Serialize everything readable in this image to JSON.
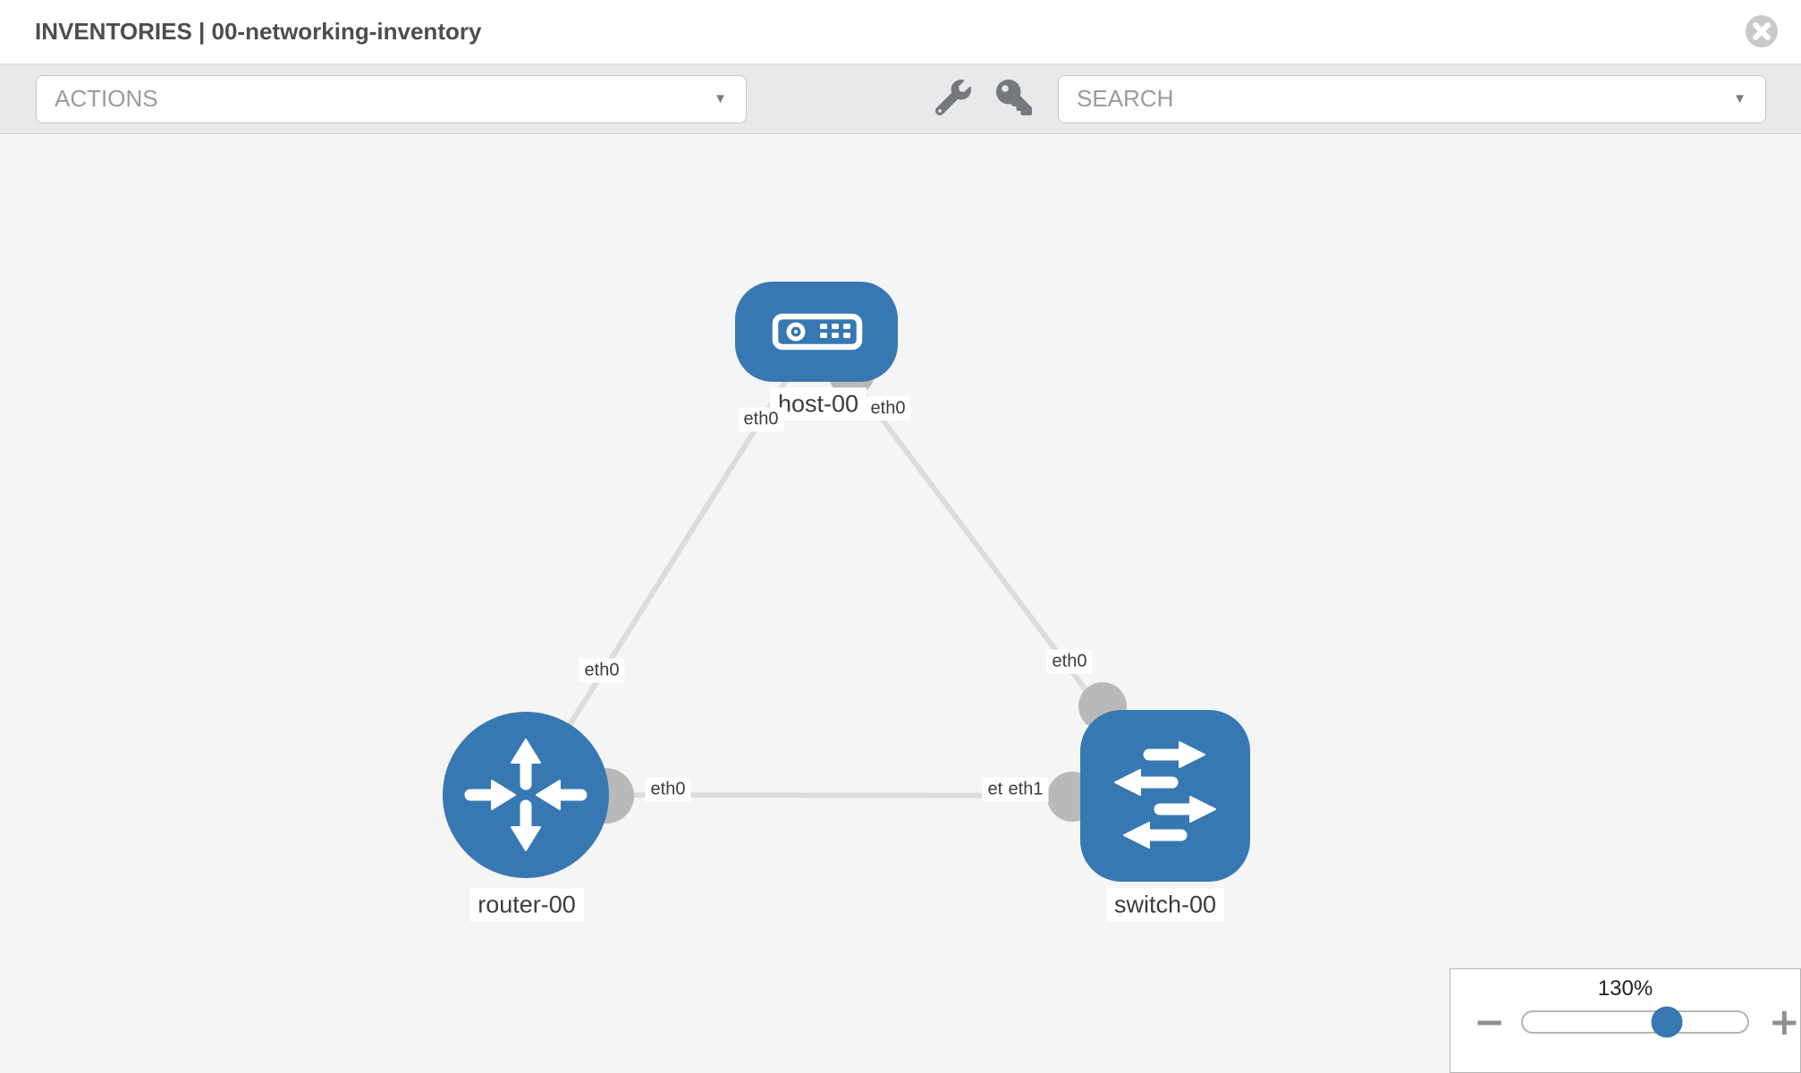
{
  "header": {
    "title": "INVENTORIES | 00-networking-inventory"
  },
  "toolbar": {
    "actions_label": "ACTIONS",
    "search_placeholder": "SEARCH",
    "caret_glyph": "▼"
  },
  "topology": {
    "nodes": [
      {
        "label": "host-00",
        "type": "host",
        "icon": "host-device-icon",
        "shape": "rounded-rect"
      },
      {
        "label": "router-00",
        "type": "router",
        "icon": "router-arrows-icon",
        "shape": "circle"
      },
      {
        "label": "switch-00",
        "type": "switch",
        "icon": "switch-arrows-icon",
        "shape": "rounded-square"
      }
    ],
    "links": [
      {
        "from": "router-00",
        "from_interface": "eth0",
        "to": "host-00",
        "to_interface": "eth0"
      },
      {
        "from": "switch-00",
        "from_interface": "eth0",
        "to": "host-00",
        "to_interface": "eth0"
      },
      {
        "from": "router-00",
        "from_interface": "eth0",
        "to": "switch-00",
        "to_interface": "eth1"
      }
    ],
    "interface_labels": {
      "host_left": "eth0",
      "host_right": "eth0",
      "router_uplink": "eth0",
      "switch_uplink": "eth0",
      "router_right": "eth0",
      "switch_left_under": "eth0",
      "switch_left_over": "eth1"
    }
  },
  "zoom_control": {
    "level": "130%",
    "minus_glyph": "−",
    "plus_glyph": "+",
    "slider_percent": 64
  },
  "colors": {
    "node_blue": "#3778b2",
    "port_gray": "#b9b9b9",
    "link_gray": "#dcdcdc",
    "toolbar_icon_gray": "#75797e",
    "close_circle_gray": "#c9c9c9"
  }
}
